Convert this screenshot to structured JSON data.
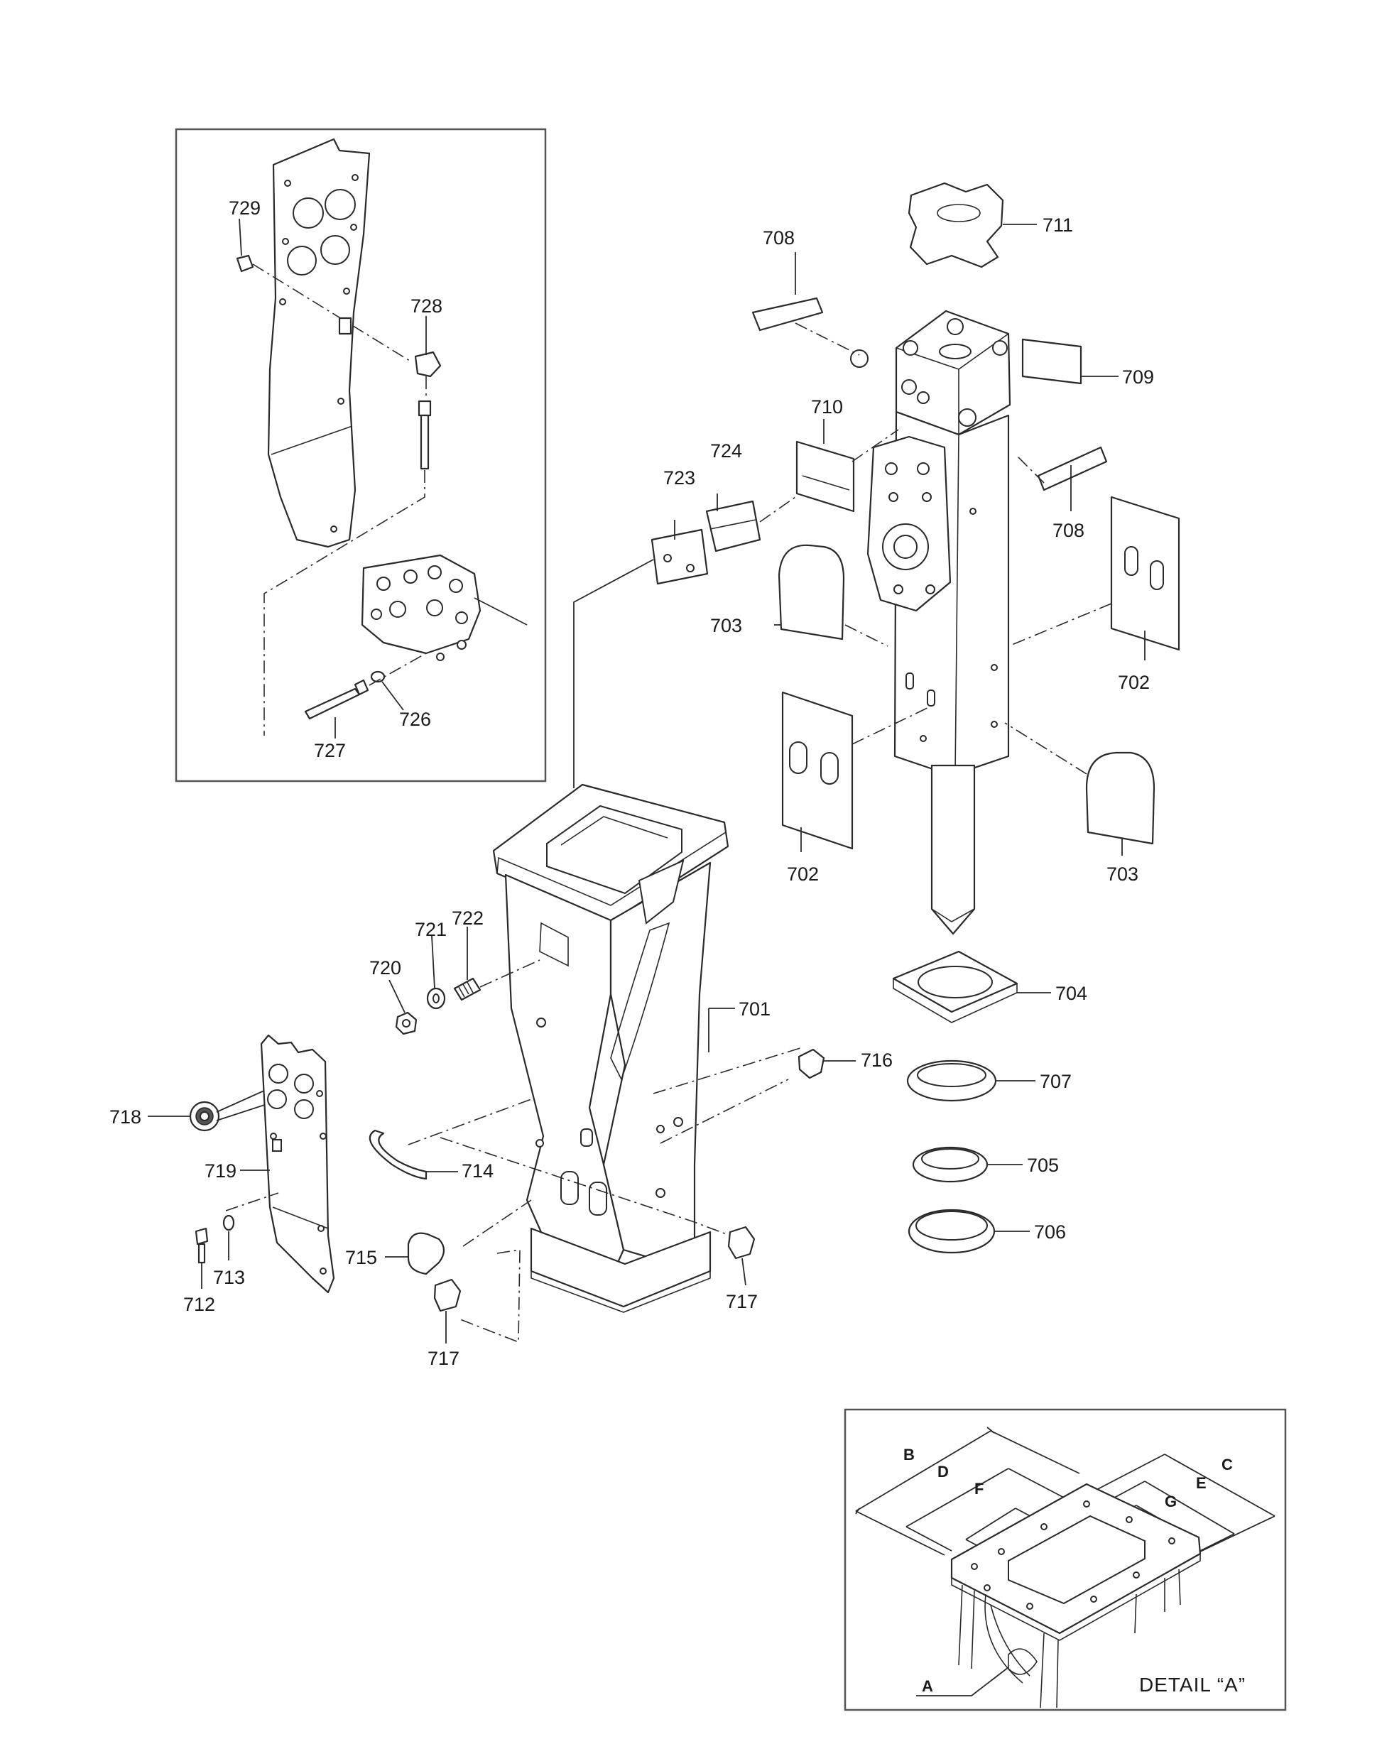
{
  "callouts": [
    {
      "id": "729",
      "text": "729"
    },
    {
      "id": "728",
      "text": "728"
    },
    {
      "id": "727",
      "text": "727"
    },
    {
      "id": "726",
      "text": "726"
    },
    {
      "id": "708a",
      "text": "708"
    },
    {
      "id": "711",
      "text": "711"
    },
    {
      "id": "709",
      "text": "709"
    },
    {
      "id": "710",
      "text": "710"
    },
    {
      "id": "724",
      "text": "724"
    },
    {
      "id": "723",
      "text": "723"
    },
    {
      "id": "708b",
      "text": "708"
    },
    {
      "id": "703a",
      "text": "703"
    },
    {
      "id": "702a",
      "text": "702"
    },
    {
      "id": "702b",
      "text": "702"
    },
    {
      "id": "703b",
      "text": "703"
    },
    {
      "id": "722",
      "text": "722"
    },
    {
      "id": "721",
      "text": "721"
    },
    {
      "id": "720",
      "text": "720"
    },
    {
      "id": "701",
      "text": "701"
    },
    {
      "id": "704",
      "text": "704"
    },
    {
      "id": "716",
      "text": "716"
    },
    {
      "id": "707",
      "text": "707"
    },
    {
      "id": "718",
      "text": "718"
    },
    {
      "id": "714",
      "text": "714"
    },
    {
      "id": "719",
      "text": "719"
    },
    {
      "id": "705",
      "text": "705"
    },
    {
      "id": "706",
      "text": "706"
    },
    {
      "id": "715",
      "text": "715"
    },
    {
      "id": "713",
      "text": "713"
    },
    {
      "id": "712",
      "text": "712"
    },
    {
      "id": "717a",
      "text": "717"
    },
    {
      "id": "717b",
      "text": "717"
    }
  ],
  "detail": {
    "title": "DETAIL “A”",
    "dims": {
      "A": "A",
      "B": "B",
      "C": "C",
      "D": "D",
      "E": "E",
      "F": "F",
      "G": "G"
    }
  }
}
